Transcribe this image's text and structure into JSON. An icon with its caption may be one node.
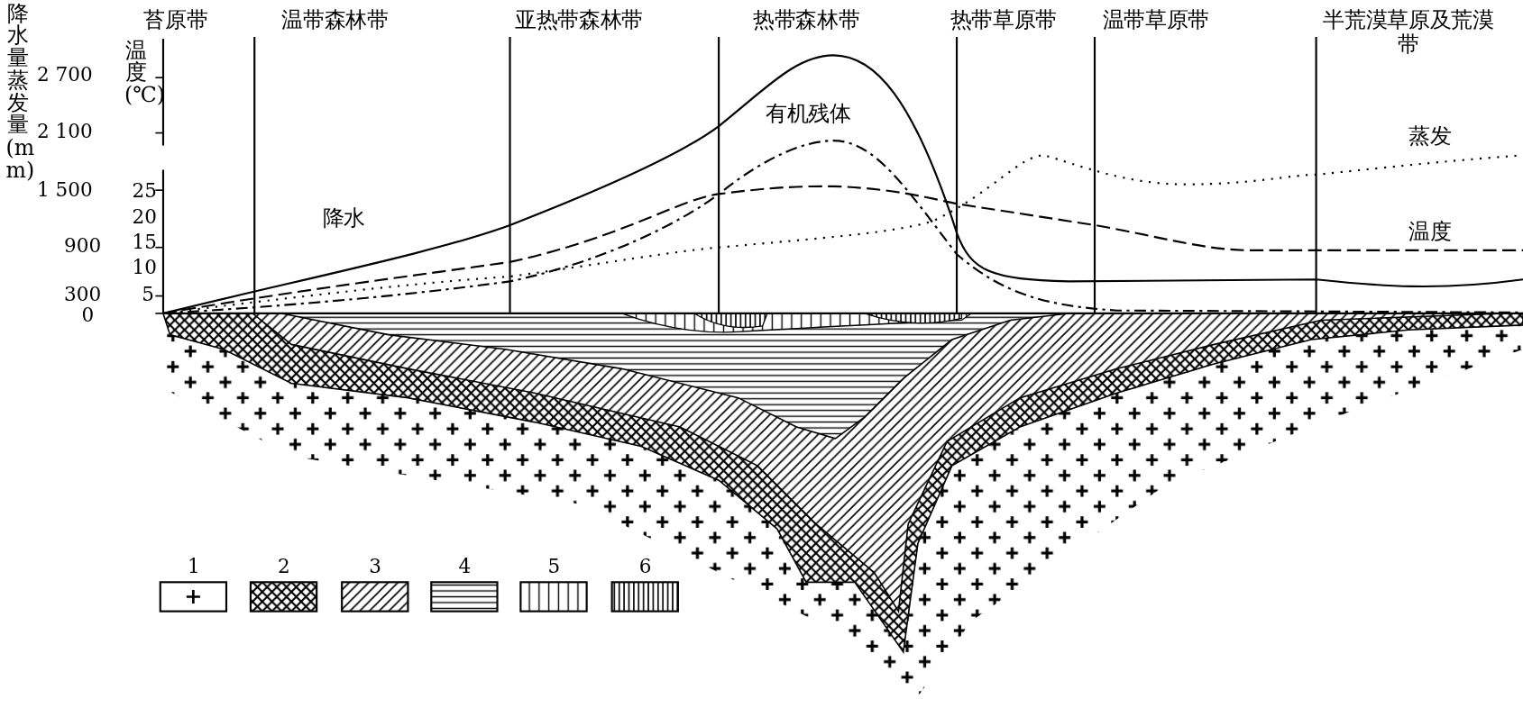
{
  "diagram": {
    "labels": [
      "苔原带",
      "温带森林带",
      "亚热带森林带",
      "热带森林带",
      "热带草原带",
      "温带草原带",
      "半荒漠草原及荒漠带",
      "降水量蒸发量(mm)",
      "2 700",
      "2 100",
      "1 500",
      "900",
      "300",
      "0",
      "温度(℃)",
      "25",
      "20",
      "15",
      "10",
      "5",
      "有机残体",
      "蒸发",
      "降水",
      "温度"
    ],
    "legend": [
      {
        "text": "1"
      },
      {
        "text": "2"
      },
      {
        "text": "3"
      },
      {
        "text": "4"
      },
      {
        "text": "5"
      },
      {
        "text": "6"
      }
    ]
  }
}
